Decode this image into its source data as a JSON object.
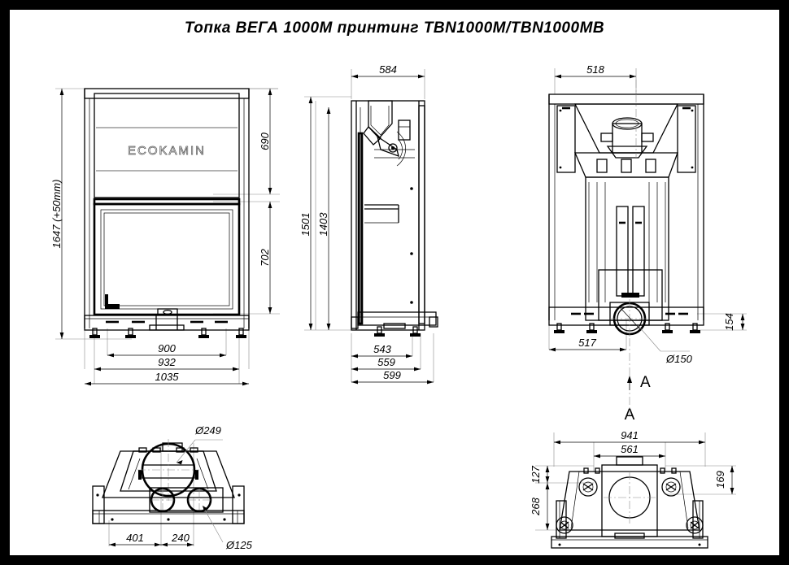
{
  "sheet": {
    "title": "Топка ВЕГА 1000М принтинг TBN1000M/TBN1000MB",
    "background": "#000000",
    "paper": "#ffffff",
    "line_color": "#000000",
    "dimension_color": "#8a8a8a"
  },
  "brand": {
    "logo_text": "ECOKAMIN"
  },
  "views": {
    "front": {
      "name": "front-elevation",
      "dimensions": {
        "overall_height": "1647 (+50mm)",
        "upper_section_height": "690",
        "door_height": "702",
        "firebox_width": "900",
        "body_width": "932",
        "frame_width": "1035"
      }
    },
    "side": {
      "name": "side-section",
      "dimensions": {
        "top_depth": "584",
        "total_height": "1501",
        "body_height": "1403",
        "base_depth_1": "543",
        "base_depth_2": "559",
        "base_depth_3": "599"
      }
    },
    "rear": {
      "name": "rear-elevation",
      "dimensions": {
        "top_width": "518",
        "base_width": "517",
        "flue_diameter": "Ø150",
        "base_height": "154"
      },
      "section_marker": "A"
    },
    "top": {
      "name": "top-plan-view",
      "dimensions": {
        "main_duct_diameter": "Ø249",
        "offset_left": "401",
        "center_span": "240",
        "small_duct_diameter": "Ø125"
      }
    },
    "section_a": {
      "name": "section-a-view",
      "label": "A",
      "dimensions": {
        "overall_width": "941",
        "inner_width": "561",
        "upper_height": "127",
        "lower_height": "268",
        "right_height": "169"
      }
    }
  }
}
